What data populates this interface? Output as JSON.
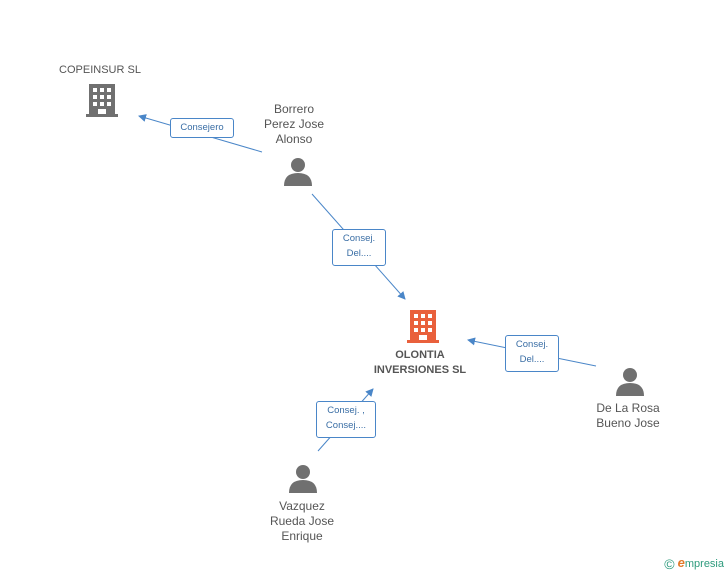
{
  "nodes": {
    "copeinsur": {
      "name": "COPEINSUR SL",
      "type": "company",
      "color": "#707070"
    },
    "borrero": {
      "name_lines": [
        "Borrero",
        "Perez Jose",
        "Alonso"
      ],
      "type": "person"
    },
    "olontia": {
      "name_lines": [
        "OLONTIA",
        "INVERSIONES SL"
      ],
      "type": "company",
      "color": "#e9603c"
    },
    "delarosa": {
      "name_lines": [
        "De La Rosa",
        "Bueno Jose"
      ],
      "type": "person"
    },
    "vazquez": {
      "name_lines": [
        "Vazquez",
        "Rueda Jose",
        "Enrique"
      ],
      "type": "person"
    }
  },
  "edges": [
    {
      "from": "borrero",
      "to": "copeinsur",
      "label_lines": [
        "Consejero"
      ]
    },
    {
      "from": "borrero",
      "to": "olontia",
      "label_lines": [
        "Consej.",
        "Del...."
      ]
    },
    {
      "from": "delarosa",
      "to": "olontia",
      "label_lines": [
        "Consej.",
        "Del...."
      ]
    },
    {
      "from": "vazquez",
      "to": "olontia",
      "label_lines": [
        "Consej. ,",
        "Consej...."
      ]
    }
  ],
  "footer": {
    "copyright": "©",
    "brand_initial": "e",
    "brand_rest": "mpresia"
  },
  "colors": {
    "edge": "#4a86c8",
    "person_icon": "#707070",
    "company_icon": "#707070",
    "focus_company_icon": "#e9603c"
  },
  "icons": {
    "company": "building-icon",
    "person": "person-icon"
  }
}
